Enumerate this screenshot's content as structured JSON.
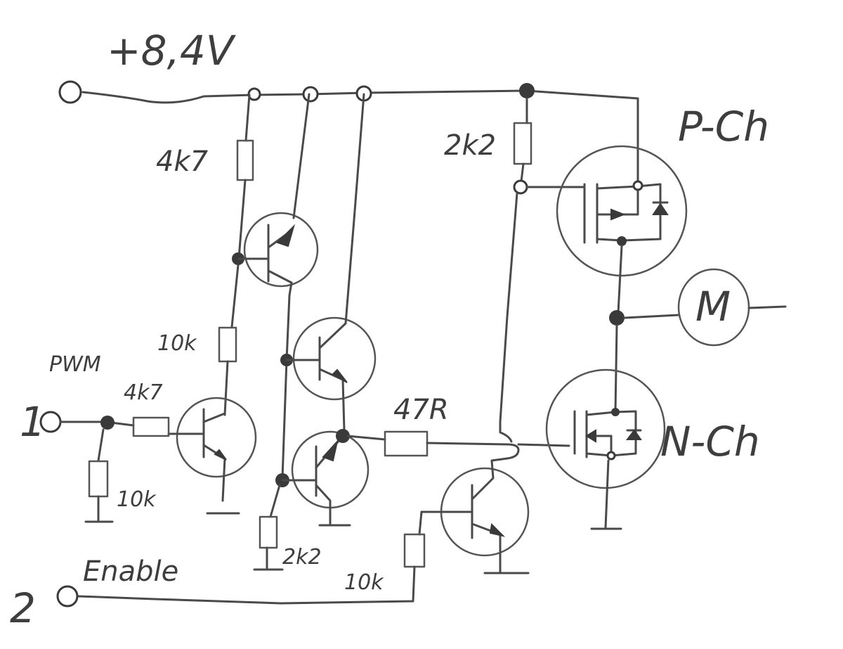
{
  "labels": {
    "supply": "+8,4V",
    "pwm": "PWM",
    "enable": "Enable",
    "pin1": "1",
    "pin2": "2",
    "p_channel": "P-Ch",
    "n_channel": "N-Ch",
    "motor": "M"
  },
  "components": {
    "r_pullup_q1": "4k7",
    "r_collector_q1": "10k",
    "r_pwm_series": "4k7",
    "r_pwm_pulldown": "10k",
    "r_pullup_pgate": "2k2",
    "r_base_q5": "2k2",
    "r_gate_n": "47R",
    "r_enable": "10k"
  }
}
